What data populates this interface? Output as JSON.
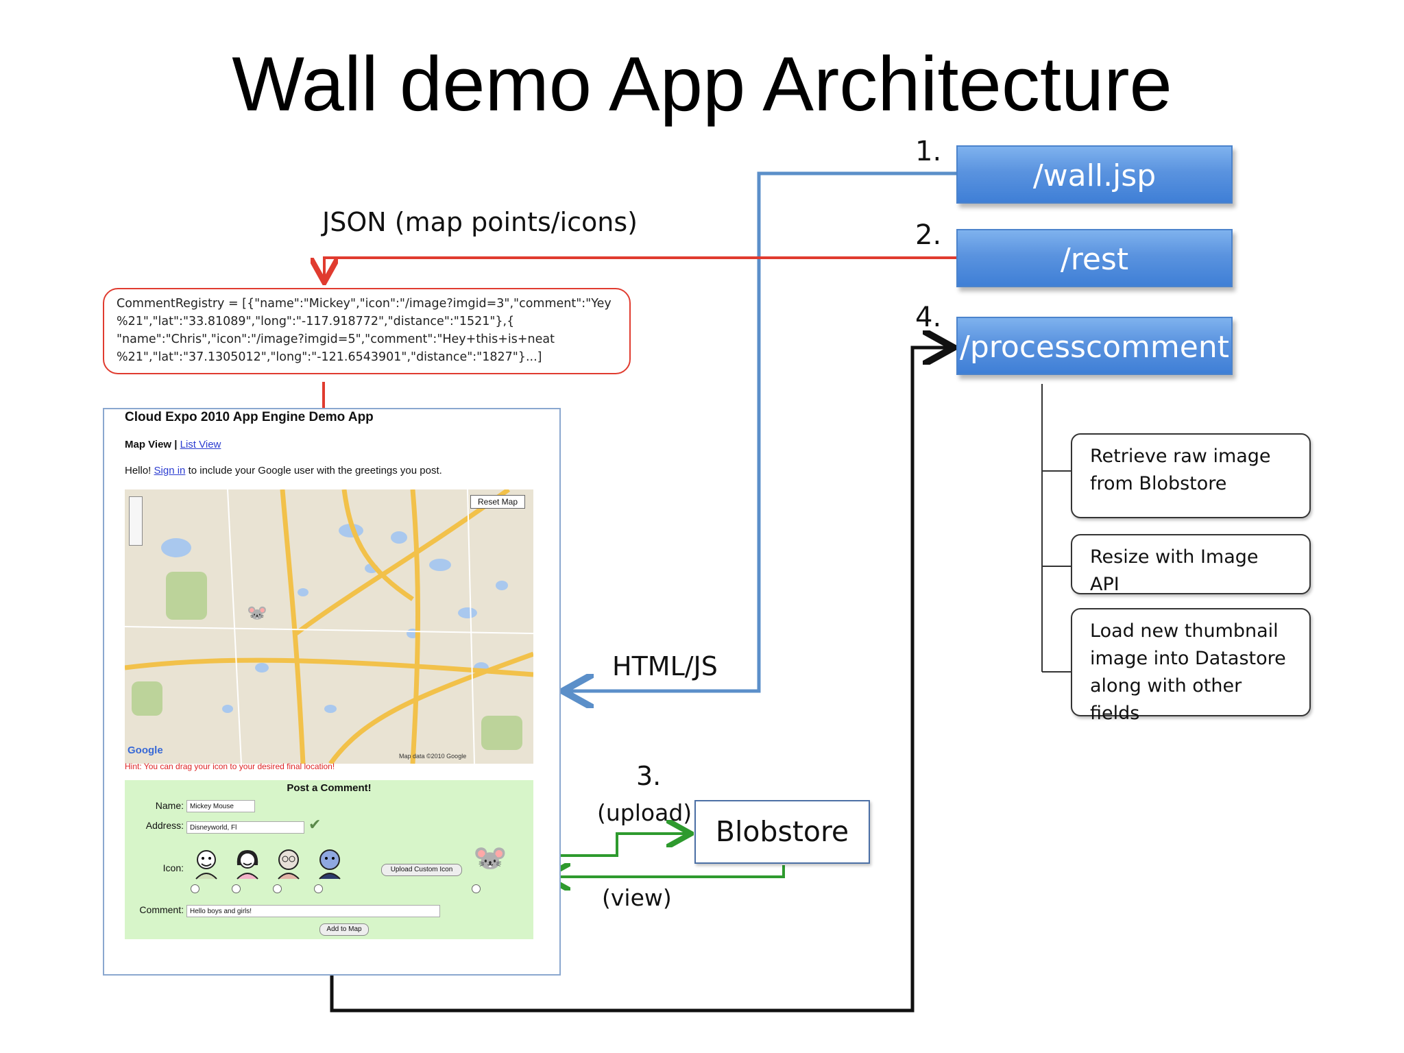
{
  "title": "Wall demo App Architecture",
  "endpoints": {
    "wall_jsp": {
      "number": "1.",
      "label": "/wall.jsp"
    },
    "rest": {
      "number": "2.",
      "label": "/rest"
    },
    "processcomment": {
      "number": "4.",
      "label": "/processcomment"
    }
  },
  "labels": {
    "json": "JSON (map points/icons)",
    "html_js": "HTML/JS",
    "step3_number": "3.",
    "upload": "(upload)",
    "view": "(view)"
  },
  "json_box": {
    "text": "CommentRegistry = [{\"name\":\"Mickey\",\"icon\":\"/image?imgid=3\",\"comment\":\"Yey\n%21\",\"lat\":\"33.81089\",\"long\":\"-117.918772\",\"distance\":\"1521\"},{\n\"name\":\"Chris\",\"icon\":\"/image?imgid=5\",\"comment\":\"Hey+this+is+neat\n%21\",\"lat\":\"37.1305012\",\"long\":\"-121.6543901\",\"distance\":\"1827\"}...]"
  },
  "blobstore": "Blobstore",
  "process_steps": [
    "Retrieve raw image\n from Blobstore",
    "Resize with Image API",
    "Load new thumbnail\nimage into Datastore\nalong with other fields"
  ],
  "app": {
    "title": "Cloud Expo 2010 App Engine Demo App",
    "nav_map": "Map View | ",
    "nav_list": "List View",
    "greet_prefix": "Hello! ",
    "greet_link": "Sign in",
    "greet_suffix": " to include your Google user with the greetings you post.",
    "reset_map": "Reset Map",
    "hint": "Hint: You can drag your icon to your desired final location!",
    "map_credit": "Map data ©2010 Google",
    "google_logo": "Google",
    "form": {
      "title": "Post a Comment!",
      "name_label": "Name:",
      "name_value": "Mickey Mouse",
      "address_label": "Address:",
      "address_value": "Disneyworld, Fl",
      "icon_label": "Icon:",
      "upload_button": "Upload Custom Icon",
      "comment_label": "Comment:",
      "comment_value": "Hello boys and girls!",
      "add_button": "Add to Map"
    }
  },
  "colors": {
    "blue_arrow": "#5b8fc9",
    "red_arrow": "#e03b2f",
    "green_arrow": "#2e9a2e",
    "black_arrow": "#111111",
    "endpoint_blue": "#5a93df"
  }
}
